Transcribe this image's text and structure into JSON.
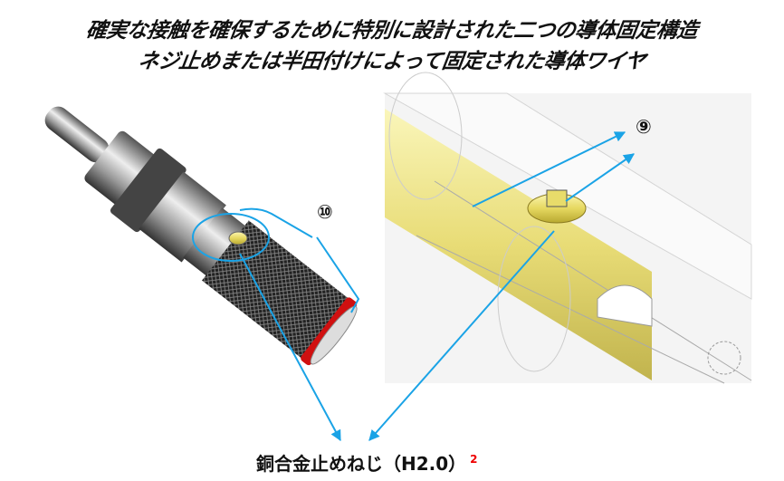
{
  "title_line_1": "確実な接触を確保するために特別に設計された二つの導体固定構造",
  "title_line_2": "ネジ止めまたは半田付けによって固定された導体ワイヤ",
  "callouts": {
    "left": "⑩",
    "right": "⑨"
  },
  "caption": {
    "text": "銅合金止めねじ（H2.0）",
    "footnote": "2"
  },
  "colors": {
    "arrow": "#1aa3e6",
    "footnote": "#e00000",
    "brass": "#e8dc6a",
    "ring": "#d01010"
  }
}
